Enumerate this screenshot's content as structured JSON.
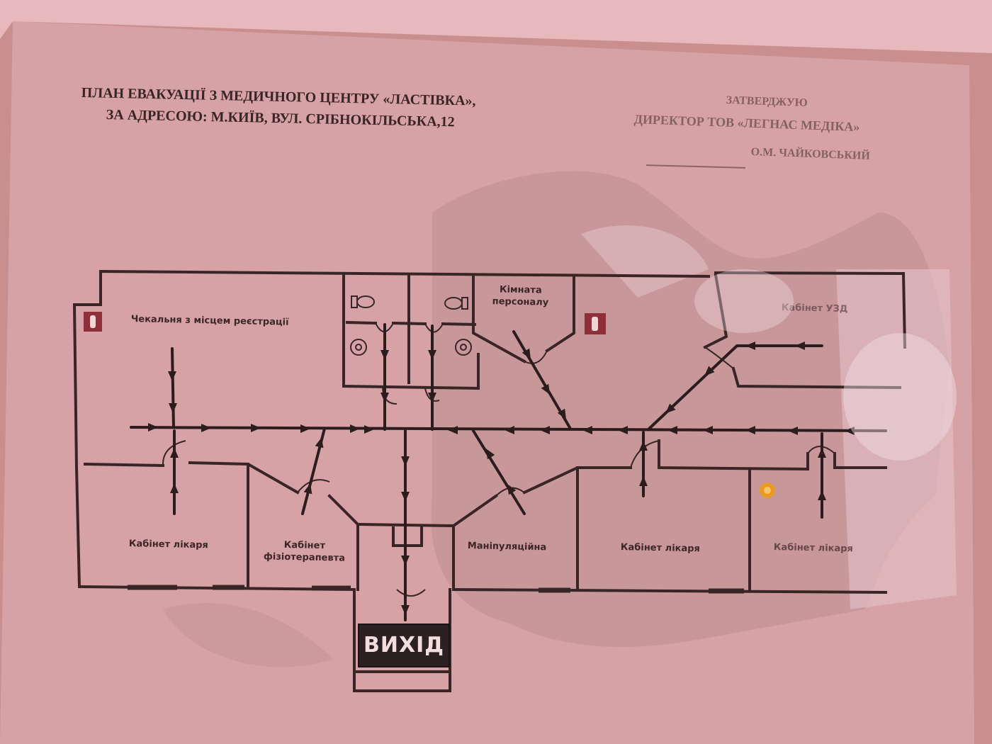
{
  "header": {
    "title_line_1": "ПЛАН ЕВАКУАЦІЇ З МЕДИЧНОГО ЦЕНТРУ «ЛАСТІВКА»,",
    "title_line_2": "ЗА АДРЕСОЮ:  М.КИЇВ, ВУЛ. СРІБНОКІЛЬСЬКА,12"
  },
  "approval": {
    "line_1": "ЗАТВЕРДЖУЮ",
    "line_2": "ДИРЕКТОР ТОВ «ЛЕГНАС МЕДІКА»",
    "line_3": "О.М. ЧАЙКОВСЬКИЙ"
  },
  "rooms": {
    "waiting": "Чекальня з місцем реєстрації",
    "staff_line_1": "Кімната",
    "staff_line_2": "персоналу",
    "ultrasound": "Кабінет УЗД",
    "doctor_left": "Кабінет лікаря",
    "physio_line_1": "Кабінет",
    "physio_line_2": "фізіотерапевта",
    "manipulation": "Маніпуляційна",
    "doctor_middle": "Кабінет лікаря",
    "doctor_right": "Кабінет лікаря"
  },
  "exit_sign": "ВИХІД",
  "icons": {
    "fire_extinguisher": "fire-extinguisher-icon",
    "toilet": "toilet-icon",
    "sink": "sink-icon",
    "location_marker": "you-are-here-icon"
  },
  "colors": {
    "paper": "#d9a6a8",
    "ink": "#3a2526",
    "exit_background": "#2c2023",
    "marker": "#e89a22"
  }
}
